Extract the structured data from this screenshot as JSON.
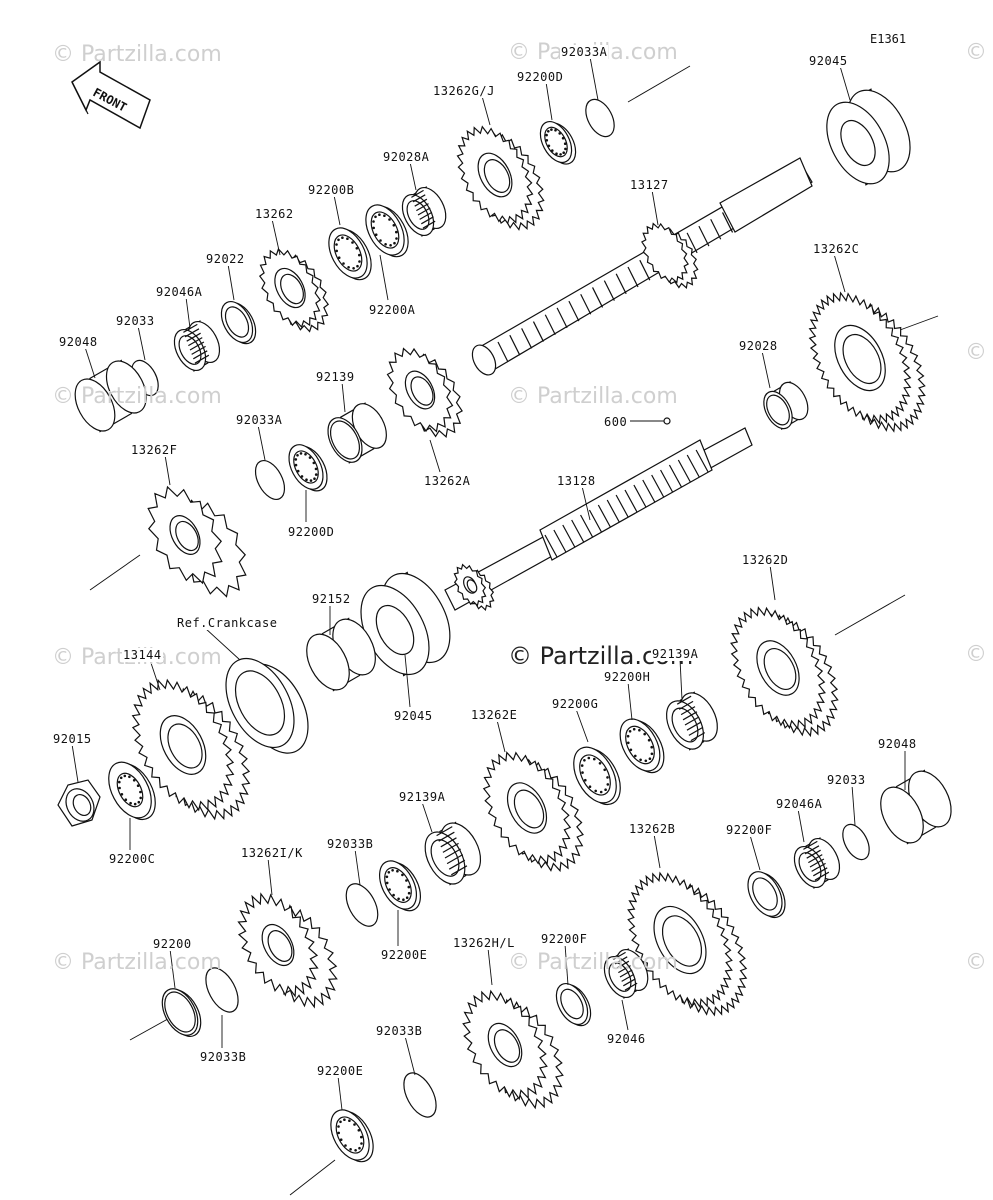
{
  "diagram_code": "E1361",
  "front_label": "FRONT",
  "watermark_center": "© Partzilla.com",
  "watermark_small": "© Partzilla.com",
  "labels": {
    "l_92033A_top": "92033A",
    "l_92200D_top": "92200D",
    "l_13262GJ": "13262G/J",
    "l_92045_top": "92045",
    "l_92028A": "92028A",
    "l_92200B": "92200B",
    "l_13127": "13127",
    "l_13262": "13262",
    "l_92022": "92022",
    "l_92046A_left": "92046A",
    "l_92033_left": "92033",
    "l_92048_left": "92048",
    "l_92200A": "92200A",
    "l_13262C": "13262C",
    "l_92028": "92028",
    "l_92139": "92139",
    "l_600": "600",
    "l_92033A_mid": "92033A",
    "l_13262F": "13262F",
    "l_92200D_mid": "92200D",
    "l_13262A": "13262A",
    "l_13128": "13128",
    "l_13262D": "13262D",
    "l_92152": "92152",
    "l_refcrank": "Ref.Crankcase",
    "l_13144": "13144",
    "l_92139A_top": "92139A",
    "l_92200H": "92200H",
    "l_92045_mid": "92045",
    "l_13262E": "13262E",
    "l_92200G": "92200G",
    "l_92015": "92015",
    "l_92048_right": "92048",
    "l_92139A_mid": "92139A",
    "l_92033_right": "92033",
    "l_92046A_right": "92046A",
    "l_92200C": "92200C",
    "l_13262IK": "13262I/K",
    "l_92033B_top": "92033B",
    "l_92200F_right": "92200F",
    "l_13262B": "13262B",
    "l_92200E_mid": "92200E",
    "l_92200": "92200",
    "l_13262HL": "13262H/L",
    "l_92200F_mid": "92200F",
    "l_92033B_left": "92033B",
    "l_92046": "92046",
    "l_92033B_low": "92033B",
    "l_92200E_low": "92200E"
  }
}
